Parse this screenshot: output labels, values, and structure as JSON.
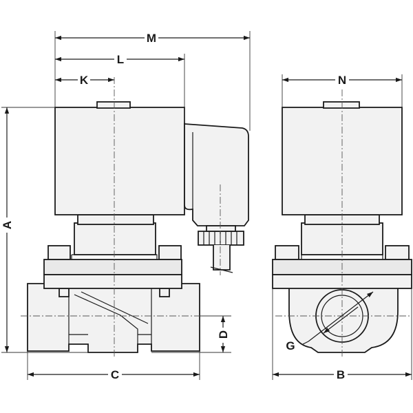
{
  "labels": {
    "M": "M",
    "L": "L",
    "K": "K",
    "N": "N",
    "A": "A",
    "D": "D",
    "C": "C",
    "G": "G",
    "B": "B"
  }
}
